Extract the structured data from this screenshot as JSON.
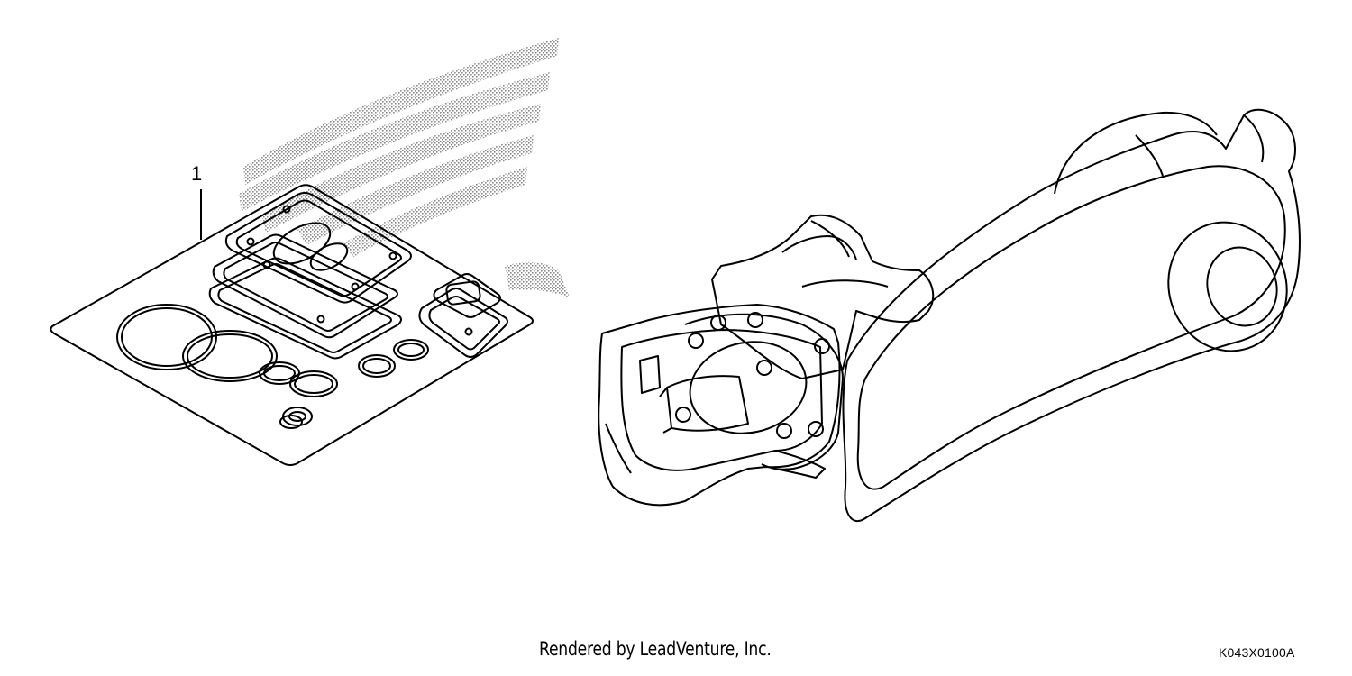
{
  "diagram": {
    "callout_number": "1",
    "credit": "Rendered by LeadVenture, Inc.",
    "diagram_code": "K043X0100A"
  },
  "colors": {
    "line": "#000000",
    "background": "#ffffff",
    "shading": "#8a8a8a"
  }
}
